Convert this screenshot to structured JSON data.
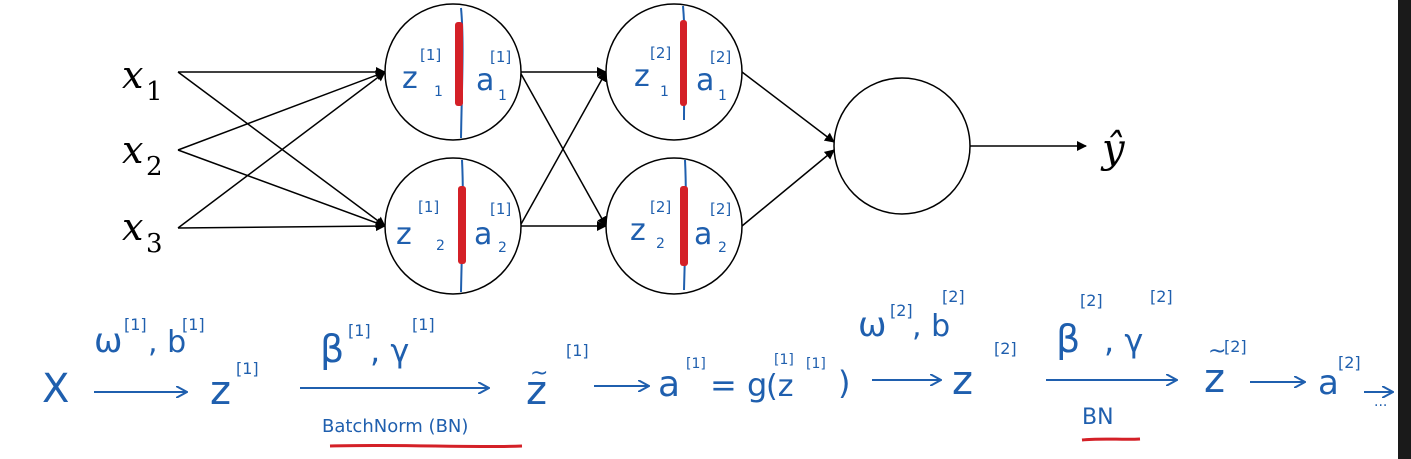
{
  "inputs": [
    {
      "var": "x",
      "sub": "1"
    },
    {
      "var": "x",
      "sub": "2"
    },
    {
      "var": "x",
      "sub": "3"
    }
  ],
  "output": {
    "label": "ŷ"
  },
  "layer1": {
    "unit1": {
      "z": "z",
      "z_sup": "[1]",
      "z_sub": "1",
      "a": "a",
      "a_sup": "[1]",
      "a_sub": "1"
    },
    "unit2": {
      "z": "z",
      "z_sup": "[1]",
      "z_sub": "2",
      "a": "a",
      "a_sup": "[1]",
      "a_sub": "2"
    }
  },
  "layer2": {
    "unit1": {
      "z": "z",
      "z_sup": "[2]",
      "z_sub": "1",
      "a": "a",
      "a_sup": "[2]",
      "a_sub": "1"
    },
    "unit2": {
      "z": "z",
      "z_sup": "[2]",
      "z_sub": "2",
      "a": "a",
      "a_sup": "[2]",
      "a_sub": "2"
    }
  },
  "flow": {
    "x": "X",
    "w1b1": "ω",
    "w1b1_sup1": "[1]",
    "w1b1_b": ", b",
    "w1b1_sup2": "[1]",
    "z1": "z",
    "z1_sup": "[1]",
    "beta1": "β",
    "beta1_sup1": "[1]",
    "beta1_gamma": ", γ",
    "beta1_sup2": "[1]",
    "batchnorm_label": "BatchNorm (BN)",
    "ztilde1": "z",
    "ztilde_mark": "~",
    "ztilde1_sup": "[1]",
    "a1": "a",
    "a1_sup": "[1]",
    "a1_eq": "= g",
    "a1_sup2": "[1]",
    "a1_arg": "(z",
    "a1_arg_sup": "[1]",
    "a1_close": ")",
    "w2b2": "ω",
    "w2b2_sup1": "[2]",
    "w2b2_b": ", b",
    "w2b2_sup2": "[2]",
    "z2": "z",
    "z2_sup": "[2]",
    "beta2": "β",
    "beta2_sup1": "[2]",
    "beta2_gamma": ", γ",
    "beta2_sup2": "[2]",
    "bn_label": "BN",
    "ztilde2": "z",
    "ztilde2_sup": "[2]",
    "a2": "a",
    "a2_sup": "[2]",
    "ellipsis": "..."
  },
  "colors": {
    "ink": "#000000",
    "pen_blue": "#1f5fae",
    "pen_red": "#d42027",
    "scrollbar": "#1a1a1a"
  }
}
